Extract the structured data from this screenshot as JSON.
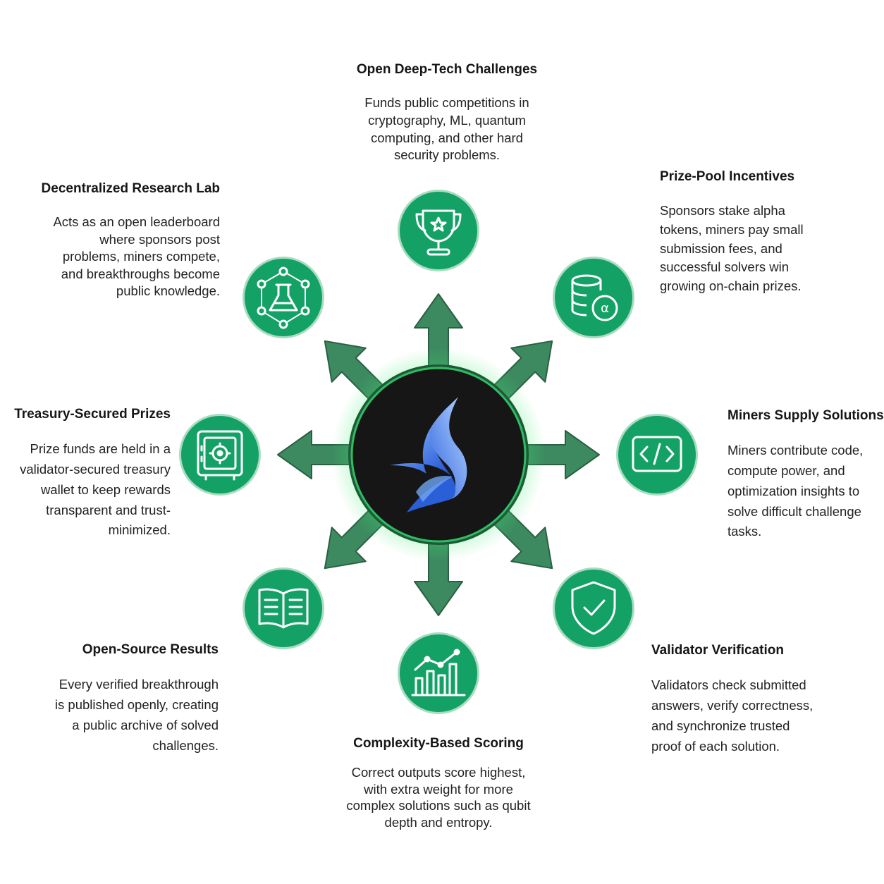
{
  "colors": {
    "node_fill": "#13a165",
    "node_ring": "#a9dcc0",
    "arrow_fill": "#3d8a60",
    "arrow_stroke": "#2b5f43",
    "hub_fill": "#161616",
    "hub_glow": "#3bea6f",
    "logo_light": "#8fc0ff",
    "logo_dark": "#1d4fd1"
  },
  "center": {
    "icon": "bird-flame-logo"
  },
  "nodes": [
    {
      "id": "open-deep-tech",
      "icon": "trophy-icon",
      "title": "Open Deep-Tech Challenges",
      "description": "Funds public competitions in cryptography, ML, quantum computing, and other hard security problems."
    },
    {
      "id": "prize-pool",
      "icon": "coins-alpha-icon",
      "title": "Prize-Pool Incentives",
      "description": "Sponsors stake alpha tokens, miners pay small submission fees, and successful solvers win growing on-chain prizes."
    },
    {
      "id": "miners-supply",
      "icon": "code-icon",
      "title": "Miners Supply Solutions",
      "description": "Miners contribute code, compute power, and optimization insights to solve difficult challenge tasks."
    },
    {
      "id": "validator-verification",
      "icon": "shield-check-icon",
      "title": "Validator Verification",
      "description": "Validators check submitted answers, verify correctness, and synchronize trusted proof of each solution."
    },
    {
      "id": "complexity-scoring",
      "icon": "bar-chart-icon",
      "title": "Complexity-Based Scoring",
      "description": "Correct outputs score highest, with extra weight for more complex solutions such as qubit depth and entropy."
    },
    {
      "id": "open-source",
      "icon": "book-icon",
      "title": "Open-Source Results",
      "description": "Every verified breakthrough is published openly, creating a public archive of solved challenges."
    },
    {
      "id": "treasury",
      "icon": "safe-icon",
      "title": "Treasury-Secured Prizes",
      "description": "Prize funds are held in a validator-secured treasury wallet to keep rewards transparent and trust-minimized."
    },
    {
      "id": "research-lab",
      "icon": "flask-network-icon",
      "title": "Decentralized Research Lab",
      "description": "Acts as an open leaderboard where sponsors post problems, miners compete, and breakthroughs become public knowledge."
    }
  ]
}
